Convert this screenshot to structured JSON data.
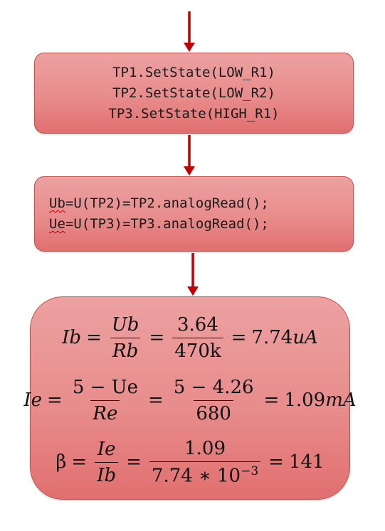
{
  "colors": {
    "arrow": "#c00000",
    "box_border": "#c0504d",
    "box_fill_top": "#eca1a1",
    "box_fill_bottom": "#e16f6f"
  },
  "set_state_box": {
    "lines": [
      "TP1.SetState(LOW_R1)",
      "TP2.SetState(LOW_R2)",
      "TP3.SetState(HIGH_R1)"
    ]
  },
  "read_box": {
    "line1": {
      "var": "Ub",
      "rest": "=U(TP2)=TP2.analogRead();"
    },
    "line2": {
      "var": "Ue",
      "rest": "=U(TP3)=TP3.analogRead();"
    }
  },
  "formula_box": {
    "ib": {
      "lhs": "Ib",
      "eq1": "=",
      "num1": "Ub",
      "den1": "Rb",
      "eq2": "=",
      "num2": "3.64",
      "den2": "470k",
      "eq3": "=",
      "result_num": "7.74",
      "result_unit": "uA"
    },
    "ie": {
      "lhs": "Ie",
      "eq1": "=",
      "num1": "5 − Ue",
      "den1": "Re",
      "eq2": "=",
      "num2": "5 − 4.26",
      "den2": "680",
      "eq3": "=",
      "result_num": "1.09",
      "result_unit": "mA"
    },
    "beta": {
      "lhs": "β",
      "eq1": "=",
      "num1": "Ie",
      "den1": "Ib",
      "eq2": "=",
      "num2": "1.09",
      "den2_base": "7.74 ∗ 10",
      "den2_exp": "−3",
      "eq3": "=",
      "result": "141"
    }
  }
}
